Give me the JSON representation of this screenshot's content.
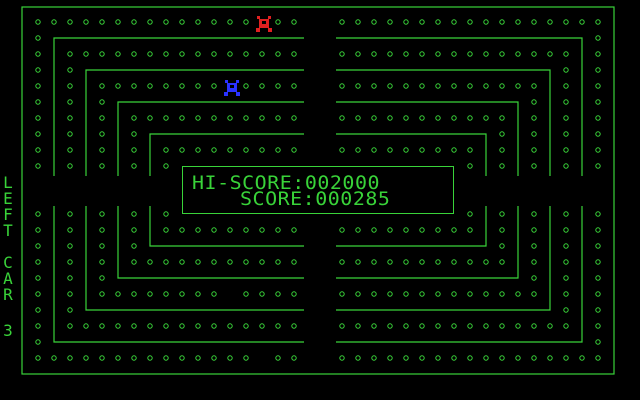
{
  "hud": {
    "hi_score_label": "HI-SCORE:",
    "hi_score_value": "002000",
    "score_label": "SCORE:",
    "score_value": "000285",
    "lives_label_word1": "LEFT",
    "lives_label_word2": "CAR",
    "lives_count": "3"
  },
  "colors": {
    "background": "#000000",
    "maze": "#39d339",
    "dot": "#39d339",
    "player_car": "#2a32ff",
    "enemy_car": "#e02020"
  },
  "icons": {
    "player": "blue-car-icon",
    "enemy": "red-car-icon",
    "pellet": "dot-icon"
  }
}
